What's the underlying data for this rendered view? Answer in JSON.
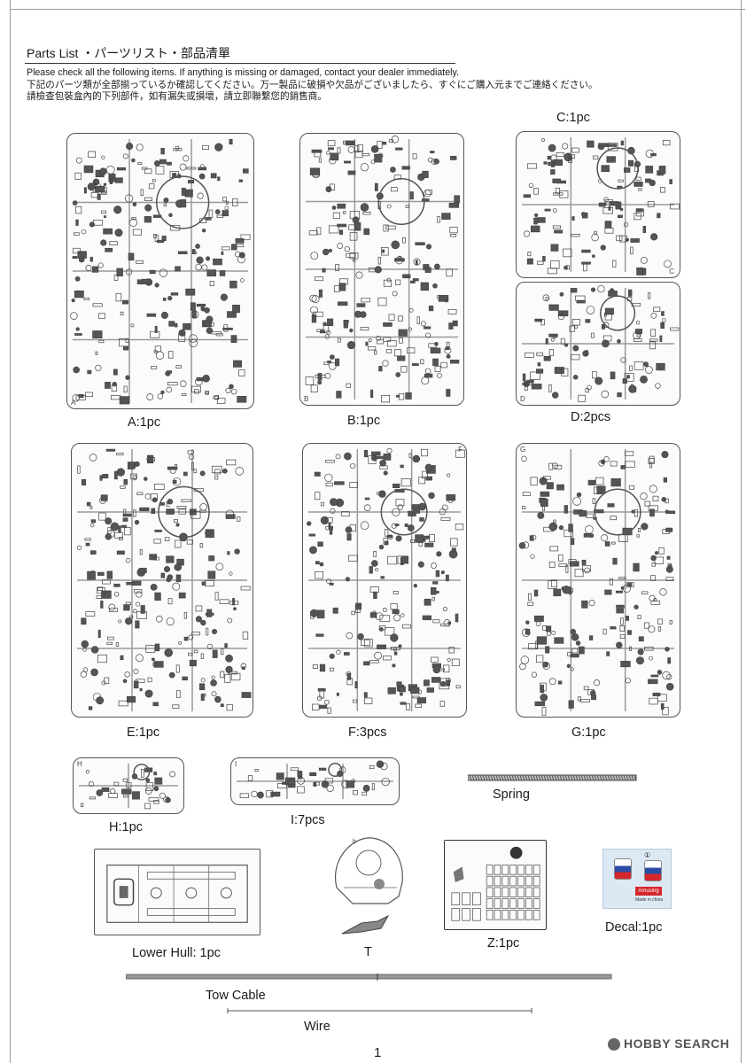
{
  "header": {
    "title": "Parts List ・パーツリスト・部品清單",
    "instructions": [
      "Please check all the following items. If anything is missing or damaged, contact your dealer immediately.",
      "下記のパーツ類が全部揃っているか確認してください。万一製品に破損や欠品がございましたら、すぐにご購入元までご連絡ください。",
      "請檢查包裝盒內的下列部件，如有漏失或損壞，請立即聯繫您的銷售商。"
    ]
  },
  "parts": {
    "A": {
      "label": "A:1pc",
      "letter": "A"
    },
    "B": {
      "label": "B:1pc",
      "letter": "B"
    },
    "C": {
      "label": "C:1pc",
      "letter": "C"
    },
    "D": {
      "label": "D:2pcs",
      "letter": "D"
    },
    "E": {
      "label": "E:1pc",
      "letter": "E"
    },
    "F": {
      "label": "F:3pcs",
      "letter": "F"
    },
    "G": {
      "label": "G:1pc",
      "letter": "G"
    },
    "H": {
      "label": "H:1pc",
      "letter": "H"
    },
    "I": {
      "label": "I:7pcs",
      "letter": "I"
    },
    "spring": {
      "label": "Spring"
    },
    "lower_hull": {
      "label": "Lower Hull: 1pc"
    },
    "t": {
      "label": "T"
    },
    "z": {
      "label": "Z:1pc"
    },
    "decal": {
      "label": "Decal:1pc",
      "brand": "Amusing",
      "made_in": "Made in china",
      "number": "①"
    },
    "tow_cable": {
      "label": "Tow Cable"
    },
    "wire": {
      "label": "Wire"
    }
  },
  "footer": {
    "page_number": "1",
    "watermark": "HOBBY SEARCH"
  }
}
